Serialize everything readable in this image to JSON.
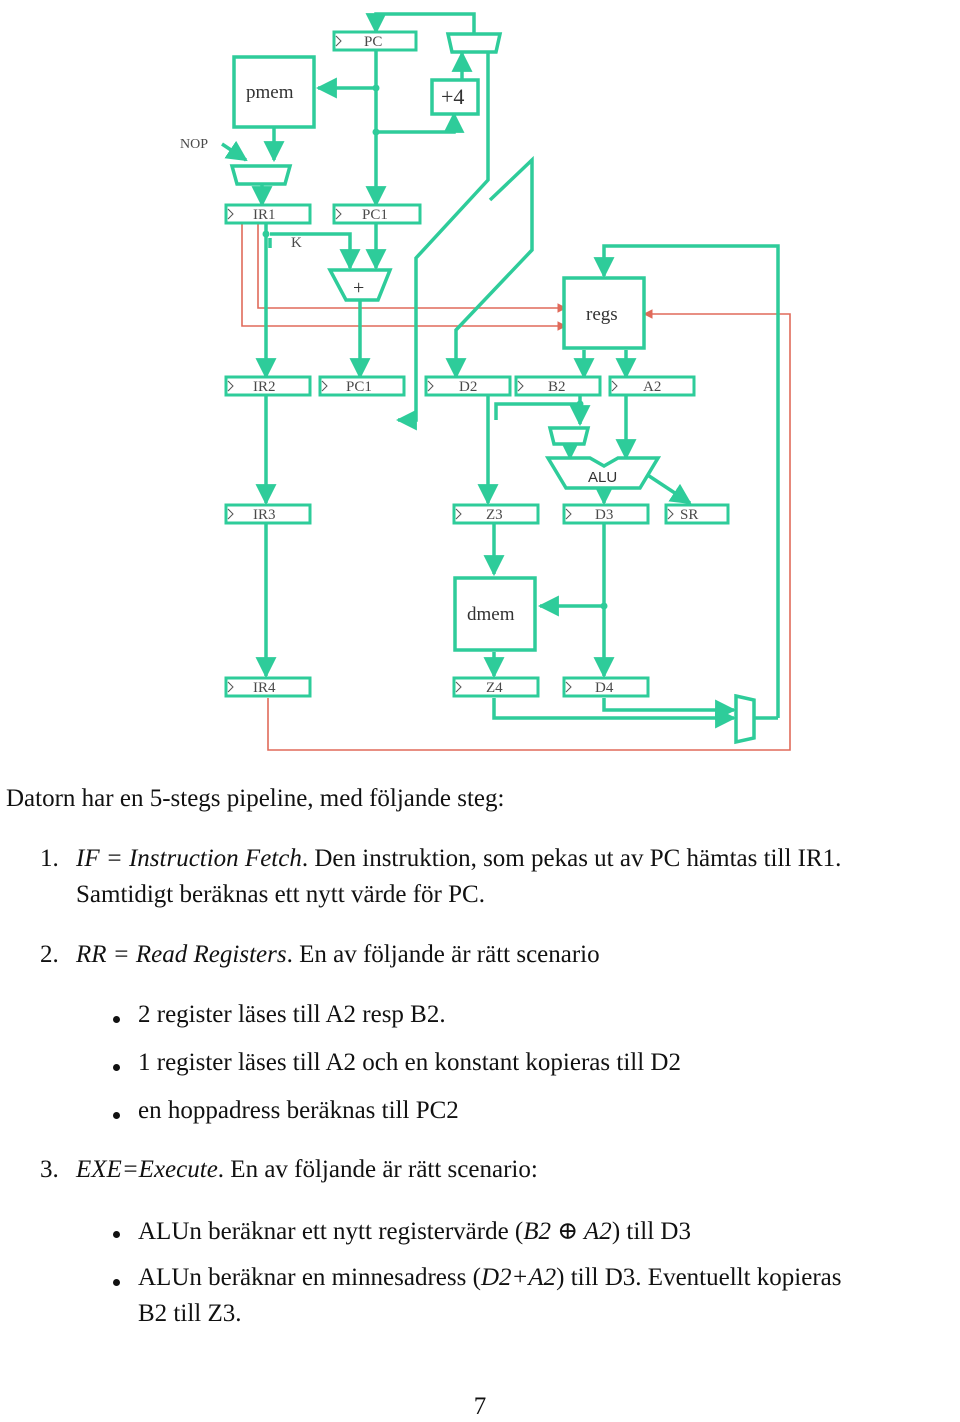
{
  "diagram": {
    "colors": {
      "wire": "#2ecc9a",
      "feedback": "#e06a5a"
    },
    "registers": {
      "pc": "PC",
      "ir1": "IR1",
      "pc1_top": "PC1",
      "k": "K",
      "ir2": "IR2",
      "pc1_mid": "PC1",
      "d2": "D2",
      "b2": "B2",
      "a2": "A2",
      "ir3": "IR3",
      "z3": "Z3",
      "d3": "D3",
      "sr": "SR",
      "ir4": "IR4",
      "z4": "Z4",
      "d4": "D4"
    },
    "blocks": {
      "pmem": "pmem",
      "plus4": "+4",
      "adder": "+",
      "regs": "regs",
      "alu": "ALU",
      "dmem": "dmem",
      "nop": "NOP"
    }
  },
  "text": {
    "intro": "Datorn har en 5-stegs pipeline, med följande steg:",
    "s1_num": "1.",
    "s1_term": "IF = Instruction Fetch",
    "s1_rest": ". Den instruktion, som pekas ut av PC hämtas till IR1.",
    "s1_line2": "Samtidigt beräknas ett nytt värde för PC.",
    "s2_num": "2.",
    "s2_term": "RR = Read Registers",
    "s2_rest": ". En av följande är rätt scenario",
    "s2_b1": "2 register läses till A2 resp B2.",
    "s2_b2": "1 register läses till A2 och en konstant kopieras till D2",
    "s2_b3": "en hoppadress beräknas till PC2",
    "s3_num": "3.",
    "s3_term": "EXE=Execute",
    "s3_rest": ". En av följande är rätt scenario:",
    "s3_b1_pre": "ALUn beräknar ett nytt registervärde (",
    "s3_b1_math": "B2 ⊕ A2",
    "s3_b1_post": ") till D3",
    "s3_b2_pre": "ALUn beräknar en minnesadress (",
    "s3_b2_math": "D2+A2",
    "s3_b2_post": ") till D3. Eventuellt kopieras",
    "s3_b2_line2": "B2 till Z3.",
    "page_number": "7"
  }
}
